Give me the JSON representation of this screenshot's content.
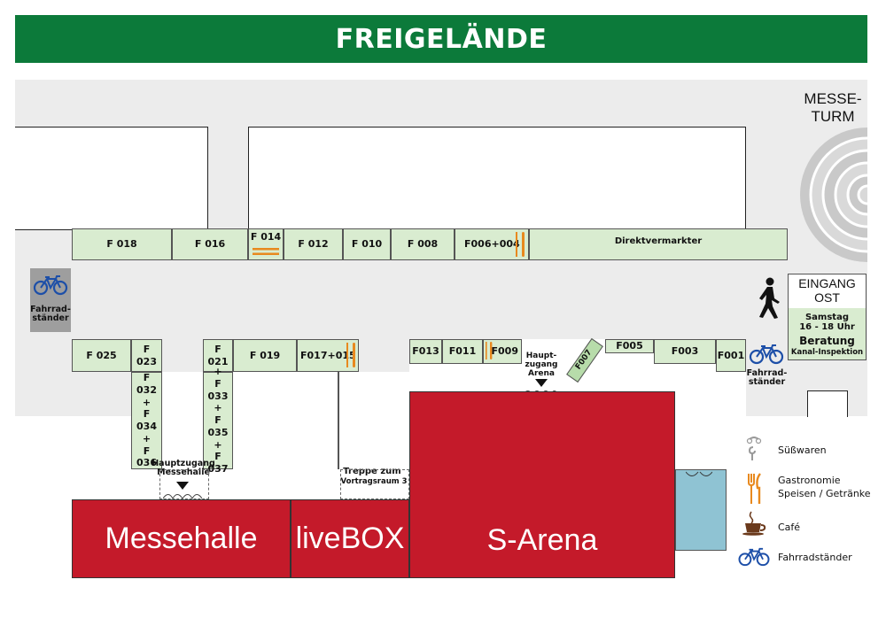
{
  "title": "FREIGELÄNDE",
  "stalls": {
    "f018": "F 018",
    "f016": "F 016",
    "f014": "F 014",
    "f012": "F 012",
    "f010": "F 010",
    "f008": "F 008",
    "f006": "F006+004",
    "direkt": "Direktvermarkter",
    "f025": "F 025",
    "f023": "F 023",
    "f032": "F 032\n+\nF 034\n+\nF 036",
    "f021": "F 021",
    "f033": "+\nF 033\n+\nF 035\n+\nF 037",
    "f019": "F 019",
    "f017": "F017+015",
    "f013": "F013",
    "f011": "F011",
    "f009": "F009",
    "f005": "F005",
    "f003": "F003",
    "f001": "F001",
    "f007": "F007"
  },
  "halls": {
    "messehalle": "Messehalle",
    "livebox": "liveBOX",
    "sarena": "S-Arena"
  },
  "labels": {
    "messeturm": "MESSE-\nTURM",
    "eingang": "EINGANG\nOST",
    "samstag": "Samstag\n16 - 18 Uhr",
    "beratung": "Beratung",
    "kanal": "Kanal-Inspektion",
    "fahrrad_left": "Fahrrad-\nständer",
    "fahrrad_right": "Fahrrad-\nständer",
    "hauptzugang_messehalle": "Hauptzugang\nMessehalle",
    "treppe": "Treppe zum",
    "vortragsraum": "Vortragsraum 3",
    "hauptzugang_arena": "Haupt-\nzugang\nArena"
  },
  "legend": [
    {
      "icon": "candy-icon",
      "text": "Süßwaren"
    },
    {
      "icon": "fork-knife-icon",
      "text": "Gastronomie\nSpeisen / Getränke"
    },
    {
      "icon": "coffee-cup-icon",
      "text": "Café"
    },
    {
      "icon": "bicycle-icon",
      "text": "Fahrradständer"
    }
  ],
  "colors": {
    "header": "#0c7a3a",
    "stall": "#d9ecd0",
    "hall": "#c41a2a",
    "ground": "#ececec",
    "gastro": "#e8891e",
    "bike": "#1d4fa8",
    "pool": "#8fc3d3"
  }
}
